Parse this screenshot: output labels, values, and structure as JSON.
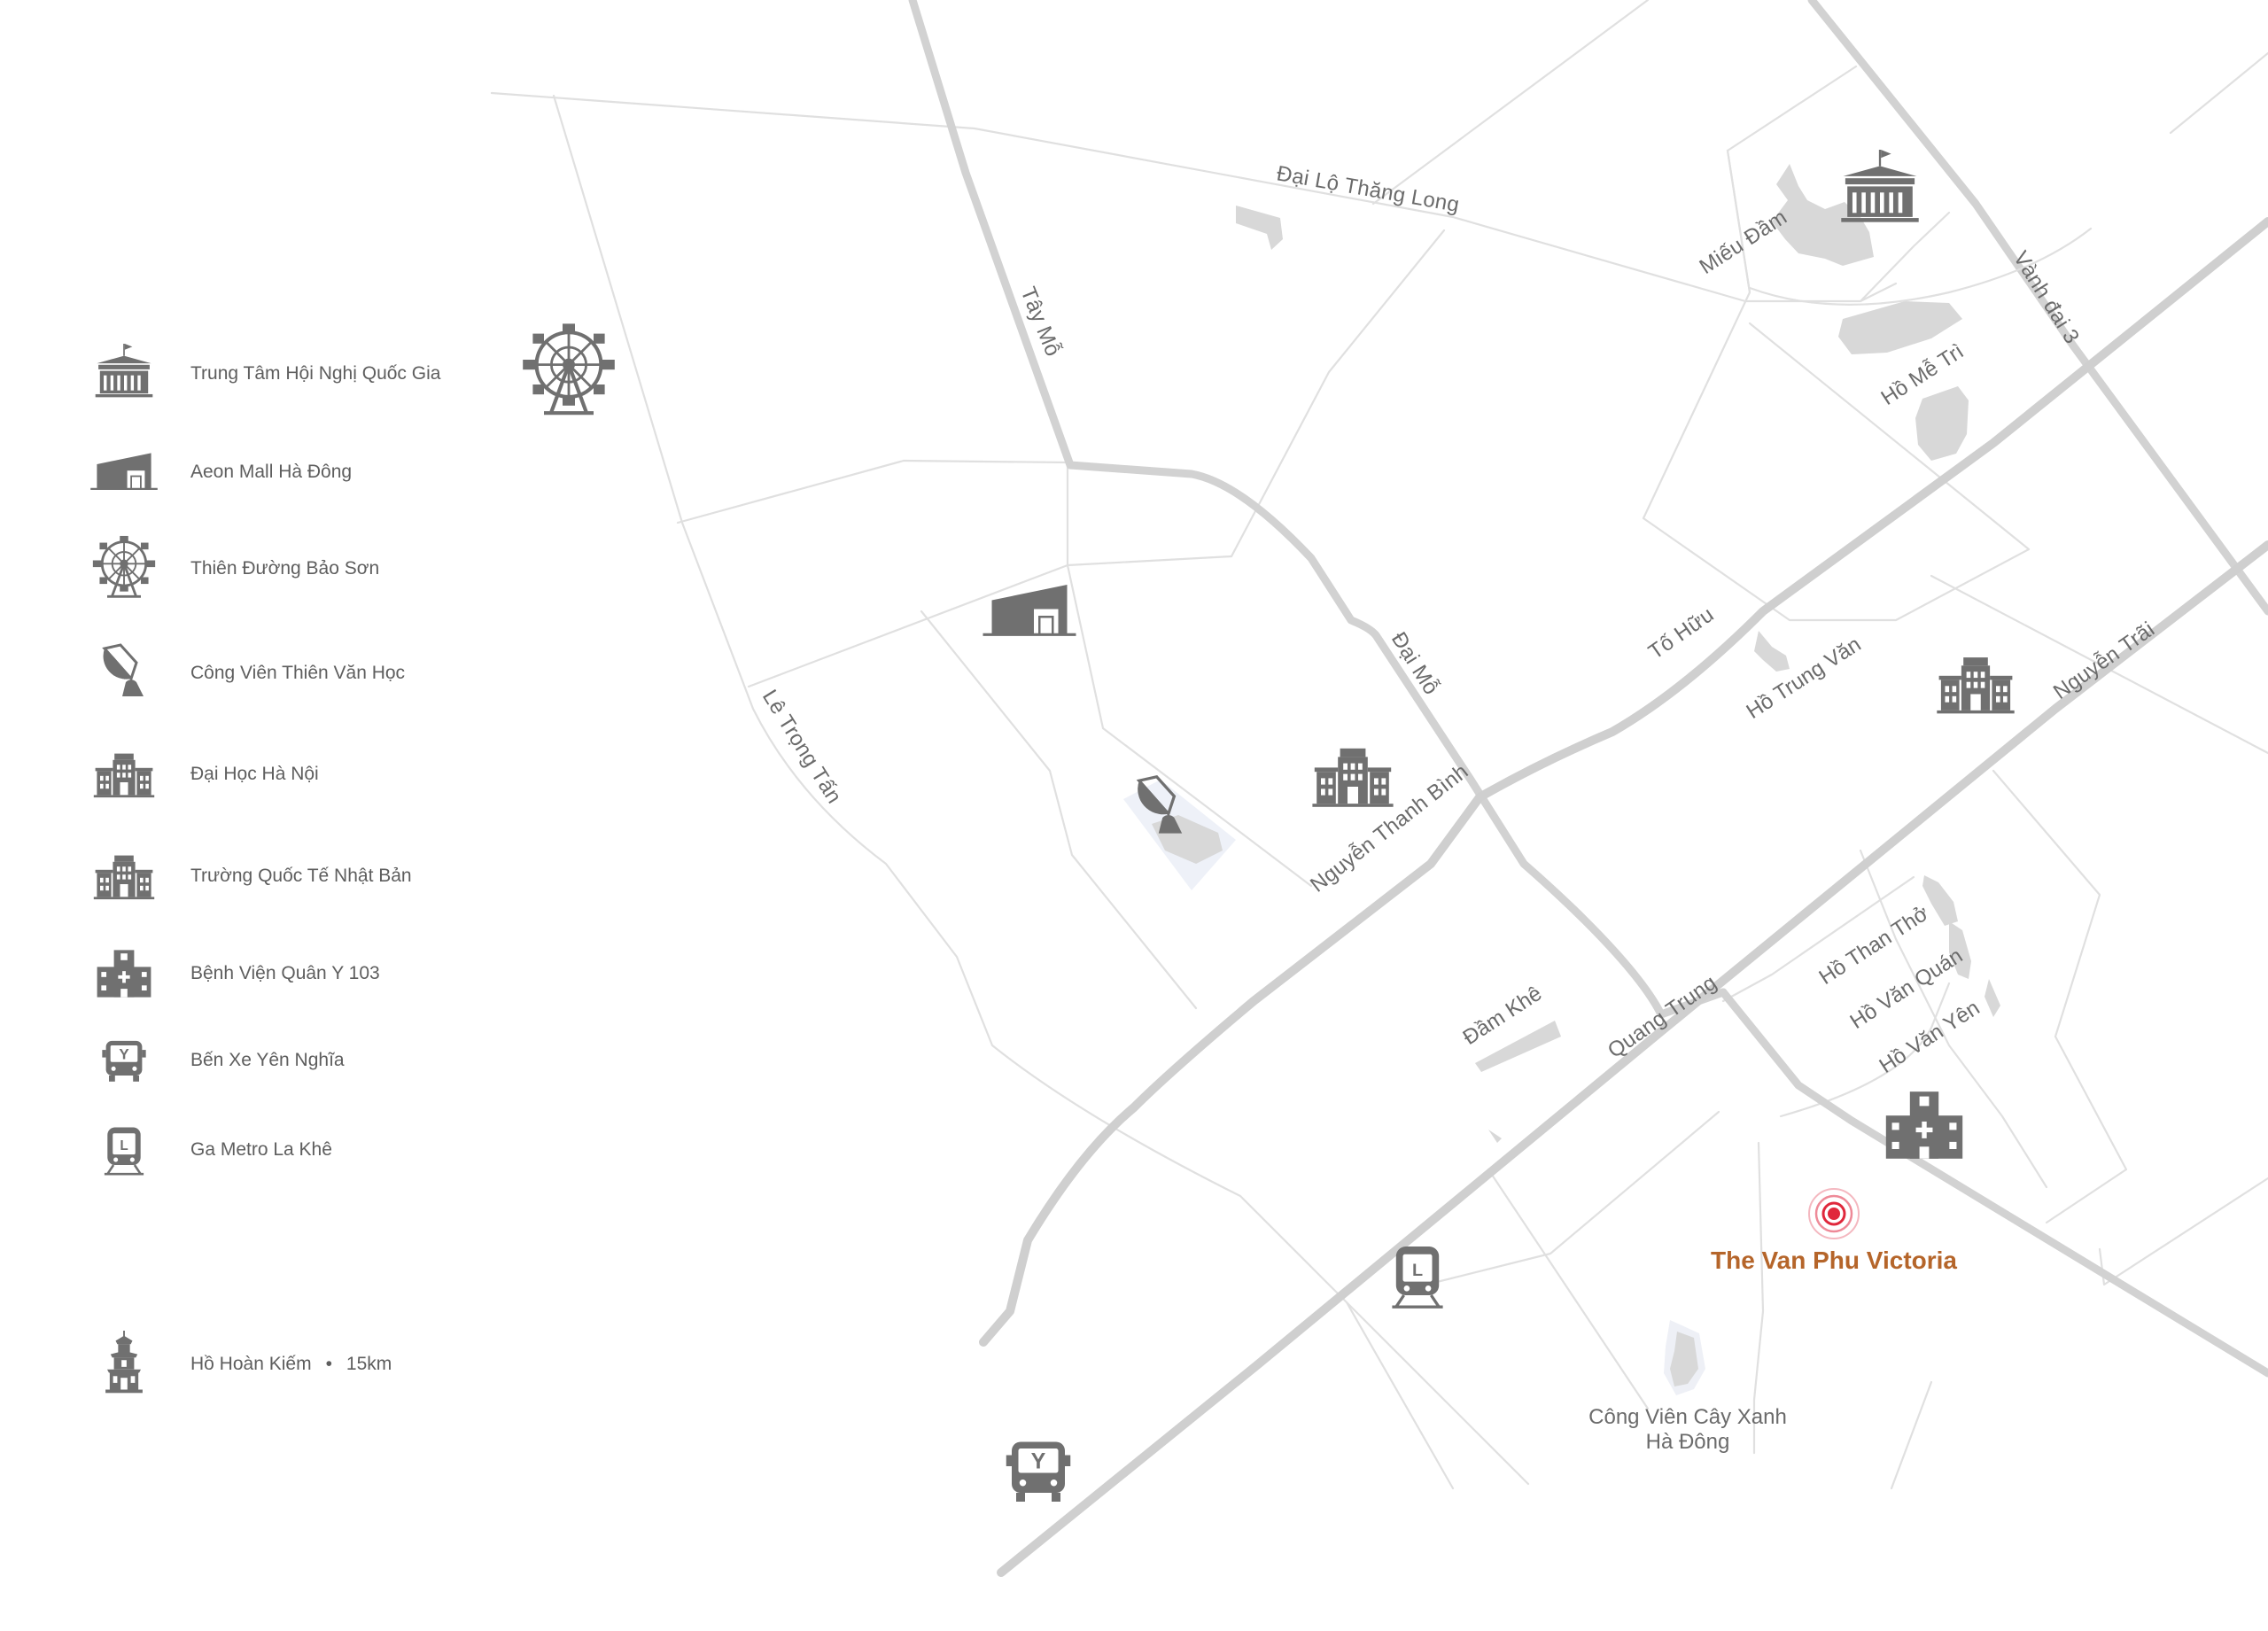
{
  "legend": {
    "items": [
      {
        "label": "Trung Tâm Hội Nghị Quốc Gia",
        "icon": "conference-center-icon"
      },
      {
        "label": "Aeon Mall Hà Đông",
        "icon": "mall-icon"
      },
      {
        "label": "Thiên Đường Bảo Sơn",
        "icon": "ferris-wheel-icon"
      },
      {
        "label": "Công Viên Thiên Văn Học",
        "icon": "observatory-icon"
      },
      {
        "label": "Đại Học Hà Nội",
        "icon": "university-icon"
      },
      {
        "label": "Trường Quốc Tế Nhật Bản",
        "icon": "school-icon"
      },
      {
        "label": "Bệnh Viện Quân Y 103",
        "icon": "hospital-icon"
      },
      {
        "label": "Bến Xe Yên Nghĩa",
        "icon": "bus-icon"
      },
      {
        "label": "Ga Metro La Khê",
        "icon": "metro-icon"
      }
    ],
    "extra": {
      "label": "Hồ Hoàn Kiếm",
      "separator": "•",
      "distance": "15km",
      "icon": "pagoda-icon"
    }
  },
  "map": {
    "roads": {
      "dai_lo_thang_long": "Đại Lộ Thăng Long",
      "tay_mo": "Tây Mỗ",
      "mieu_dam": "Miếu Đầm",
      "vanh_dai_3": "Vành đai 3",
      "dai_mo": "Đại Mỗ",
      "to_huu": "Tố Hữu",
      "nguyen_trai": "Nguyễn Trãi",
      "le_trong_tan": "Lê Trọng Tấn",
      "nguyen_thanh_binh": "Nguyễn Thanh Bình",
      "quang_trung": "Quang Trung"
    },
    "places": {
      "ho_me_tri": "Hồ Mễ Trì",
      "ho_trung_van": "Hồ Trung Văn",
      "ho_than_tho": "Hồ Than Thở",
      "ho_van_quan": "Hồ Văn Quán",
      "ho_van_yen": "Hồ Văn Yên",
      "dam_khe": "Đầm Khê",
      "cong_vien_line1": "Công Viên Cây Xanh",
      "cong_vien_line2": "Hà Đông"
    },
    "project": {
      "name": "The Van Phu Victoria",
      "color": "#b5652a",
      "marker_color": "#e0283c"
    }
  }
}
